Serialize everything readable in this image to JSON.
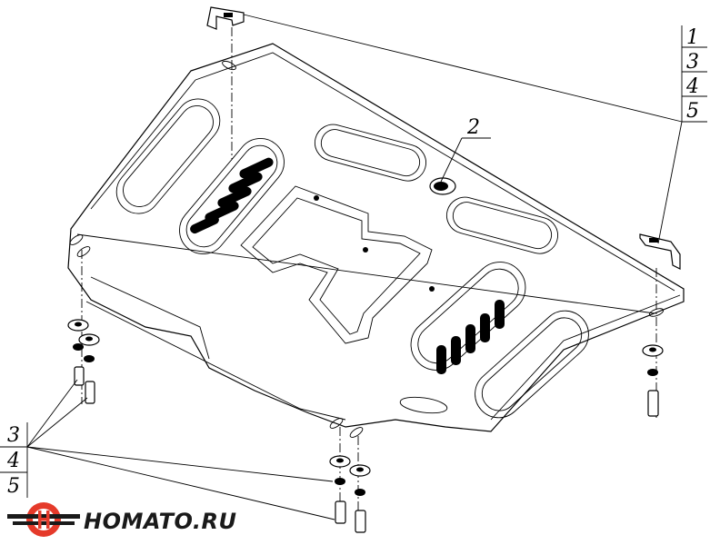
{
  "labels_right": [
    "1",
    "3",
    "4",
    "5"
  ],
  "label_callout": "2",
  "labels_left": [
    "3",
    "4",
    "5"
  ],
  "brand": {
    "text": "HOMATO.RU",
    "color_red": "#e53a2a",
    "color_dark": "#1a1a1a"
  }
}
